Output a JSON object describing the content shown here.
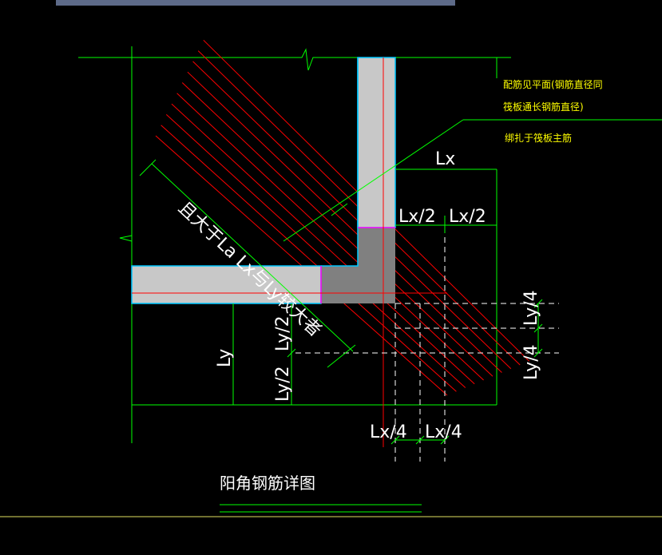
{
  "title": "阳角钢筋详图",
  "notes": [
    "配筋见平面(钢筋直径同",
    "筏板通长钢筋直径)",
    "绑扎于筏板主筋"
  ],
  "diagonal_label": "且大于La Lx与Ly较大者",
  "dimensions": {
    "lx": "Lx",
    "lx_half_1": "Lx/2",
    "lx_half_2": "Lx/2",
    "lx_quarter_1": "Lx/4",
    "lx_quarter_2": "Lx/4",
    "ly": "Ly",
    "ly_half_1": "Ly/2",
    "ly_half_2": "Ly/2",
    "ly_quarter_1": "Ly/4",
    "ly_quarter_2": "Ly/4"
  },
  "colors": {
    "background": "#000000",
    "outline": "#00ff00",
    "rebar": "#ff0000",
    "wall_fill": "#c8c8c8",
    "core_fill": "#808080",
    "wall_edge": "#00c8ff",
    "note": "#ffff00",
    "dimension": "#ffffff",
    "highlight": "#ff00ff"
  }
}
